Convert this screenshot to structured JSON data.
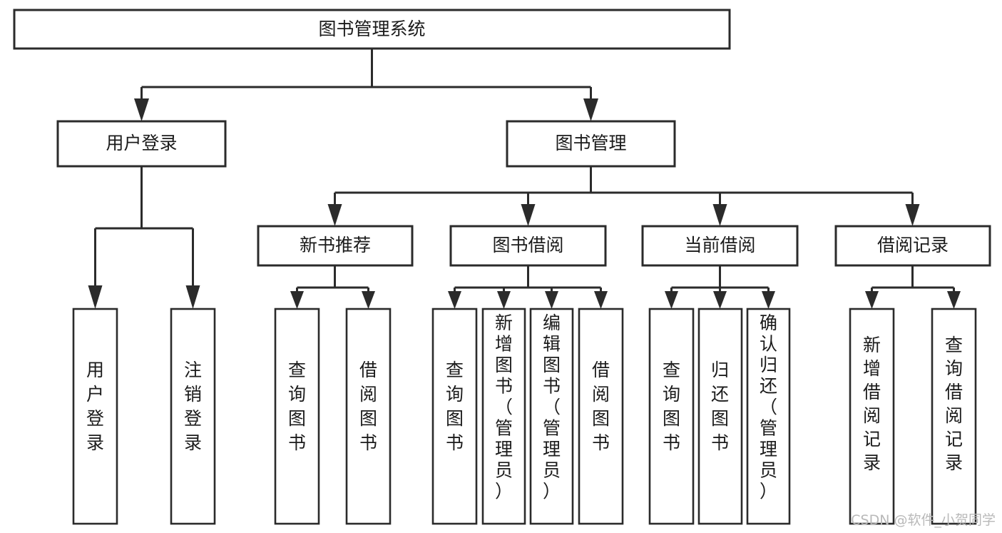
{
  "diagram": {
    "type": "tree",
    "title": "图书管理系统",
    "orientation": "top-down",
    "colors": {
      "box_stroke": "#2b2b2b",
      "box_fill": "#ffffff",
      "connector": "#2b2b2b",
      "text": "#1b1b1b",
      "background": "#ffffff",
      "watermark": "#b9b9b9"
    },
    "root": {
      "label": "图书管理系统",
      "orientation": "horizontal"
    },
    "level2": [
      {
        "label": "用户登录",
        "orientation": "horizontal"
      },
      {
        "label": "图书管理",
        "orientation": "horizontal"
      }
    ],
    "level3": [
      {
        "label": "新书推荐",
        "orientation": "horizontal",
        "parent": "图书管理"
      },
      {
        "label": "图书借阅",
        "orientation": "horizontal",
        "parent": "图书管理"
      },
      {
        "label": "当前借阅",
        "orientation": "horizontal",
        "parent": "图书管理"
      },
      {
        "label": "借阅记录",
        "orientation": "horizontal",
        "parent": "图书管理"
      }
    ],
    "leaves": {
      "用户登录": [
        {
          "label": "用户登录",
          "chars": [
            "用",
            "户",
            "登",
            "录"
          ]
        },
        {
          "label": "注销登录",
          "chars": [
            "注",
            "销",
            "登",
            "录"
          ]
        }
      ],
      "新书推荐": [
        {
          "label": "查询图书",
          "chars": [
            "查",
            "询",
            "图",
            "书"
          ]
        },
        {
          "label": "借阅图书",
          "chars": [
            "借",
            "阅",
            "图",
            "书"
          ]
        }
      ],
      "图书借阅": [
        {
          "label": "查询图书",
          "chars": [
            "查",
            "询",
            "图",
            "书"
          ]
        },
        {
          "label": "新增图书（管理员）",
          "chars": [
            "新",
            "增",
            "图",
            "书",
            "（",
            "管",
            "理",
            "员",
            "）"
          ]
        },
        {
          "label": "编辑图书（管理员）",
          "chars": [
            "编",
            "辑",
            "图",
            "书",
            "（",
            "管",
            "理",
            "员",
            "）"
          ]
        },
        {
          "label": "借阅图书",
          "chars": [
            "借",
            "阅",
            "图",
            "书"
          ]
        }
      ],
      "当前借阅": [
        {
          "label": "查询图书",
          "chars": [
            "查",
            "询",
            "图",
            "书"
          ]
        },
        {
          "label": "归还图书",
          "chars": [
            "归",
            "还",
            "图",
            "书"
          ]
        },
        {
          "label": "确认归还（管理员）",
          "chars": [
            "确",
            "认",
            "归",
            "还",
            "（",
            "管",
            "理",
            "员",
            "）"
          ]
        }
      ],
      "借阅记录": [
        {
          "label": "新增借阅记录",
          "chars": [
            "新",
            "增",
            "借",
            "阅",
            "记",
            "录"
          ]
        },
        {
          "label": "查询借阅记录",
          "chars": [
            "查",
            "询",
            "借",
            "阅",
            "记",
            "录"
          ]
        }
      ]
    }
  },
  "watermark": {
    "text": "CSDN @软件_小贺同学"
  }
}
